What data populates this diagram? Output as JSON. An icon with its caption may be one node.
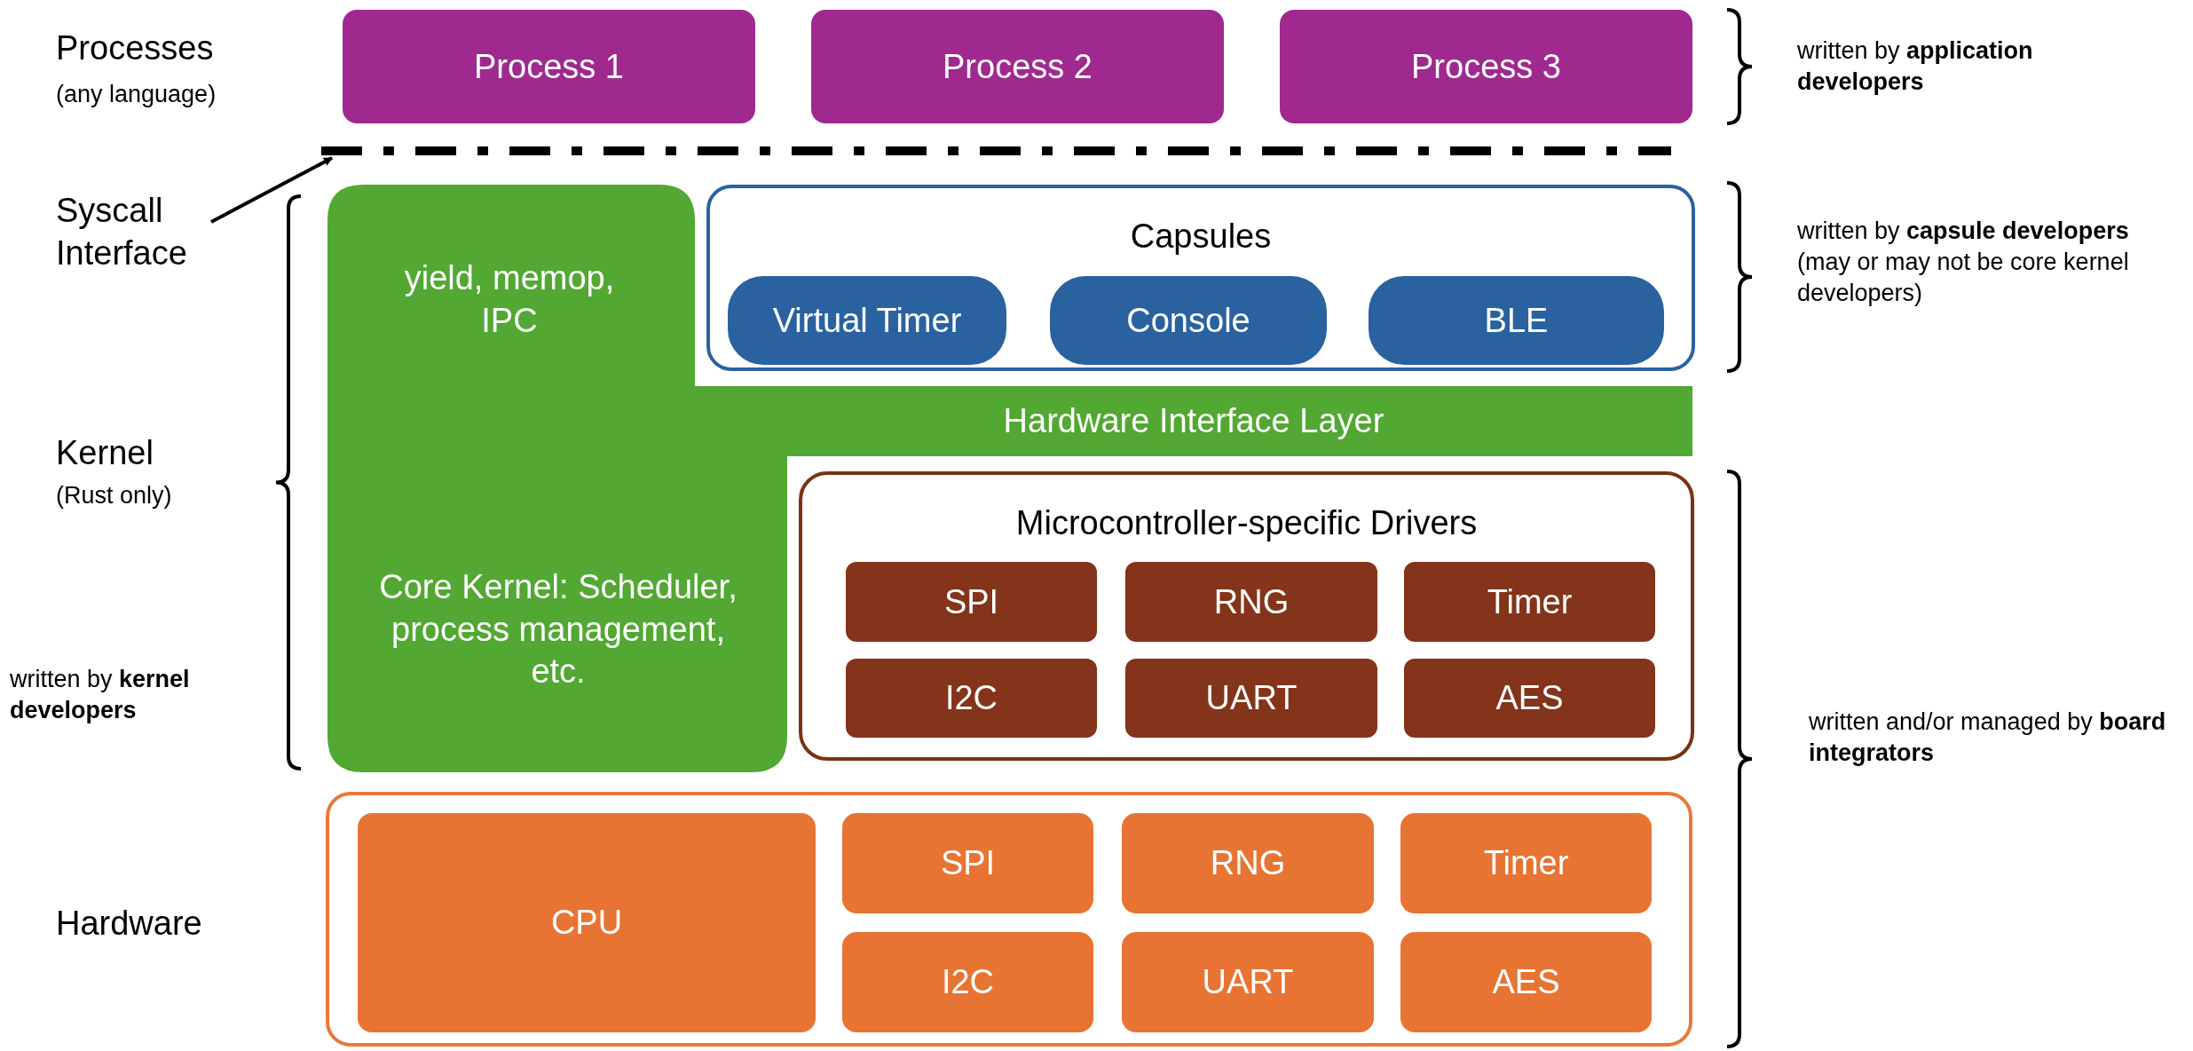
{
  "diagram": {
    "nodes": [
      {
        "text": [
          "Process 1"
        ]
      },
      {
        "text": [
          "Process 2"
        ]
      },
      {
        "text": [
          "Process 3"
        ]
      },
      {
        "text": [],
        "shape": "line"
      },
      {
        "text": [
          "Syscall Interface"
        ]
      },
      {
        "text": [
          "yield, memop, IPC",
          "Core Kernel: Scheduler, process management, etc."
        ]
      },
      {
        "text": [
          "Capsules"
        ]
      },
      {
        "text": [
          "Virtual Timer"
        ],
        "in": 6
      },
      {
        "text": [
          "Console"
        ],
        "in": 6
      },
      {
        "text": [
          "BLE"
        ],
        "in": 6
      },
      {
        "text": [
          "Hardware Interface Layer"
        ]
      },
      {
        "text": [
          "Microcontroller-specific Drivers"
        ]
      },
      {
        "text": [
          "SPI"
        ],
        "in": 11
      },
      {
        "text": [
          "RNG"
        ],
        "in": 11
      },
      {
        "text": [
          "Timer"
        ],
        "in": 11
      },
      {
        "text": [
          "I2C"
        ],
        "in": 11
      },
      {
        "text": [
          "UART"
        ],
        "in": 11
      },
      {
        "text": [
          "AES"
        ],
        "in": 11
      },
      {
        "text": [],
        "shape": "box"
      },
      {
        "text": [
          "CPU"
        ],
        "in": 18
      },
      {
        "text": [
          "SPI"
        ],
        "in": 18
      },
      {
        "text": [
          "RNG"
        ],
        "in": 18
      },
      {
        "text": [
          "Timer"
        ],
        "in": 18
      },
      {
        "text": [
          "I2C"
        ],
        "in": 18
      },
      {
        "text": [
          "UART"
        ],
        "in": 18
      },
      {
        "text": [
          "AES"
        ],
        "in": 18
      }
    ],
    "edges": [
      {
        "from": 4,
        "to": 3,
        "arrow": "to"
      }
    ],
    "labels": [
      "Processes",
      "(any language)",
      "written by **application developers**",
      "written by **capsule developers** (may or may not be core kernel developers)",
      "Kernel",
      "(Rust only)",
      "written by **kernel developers**",
      "written and/or managed by **board integrators**",
      "Hardware"
    ]
  }
}
